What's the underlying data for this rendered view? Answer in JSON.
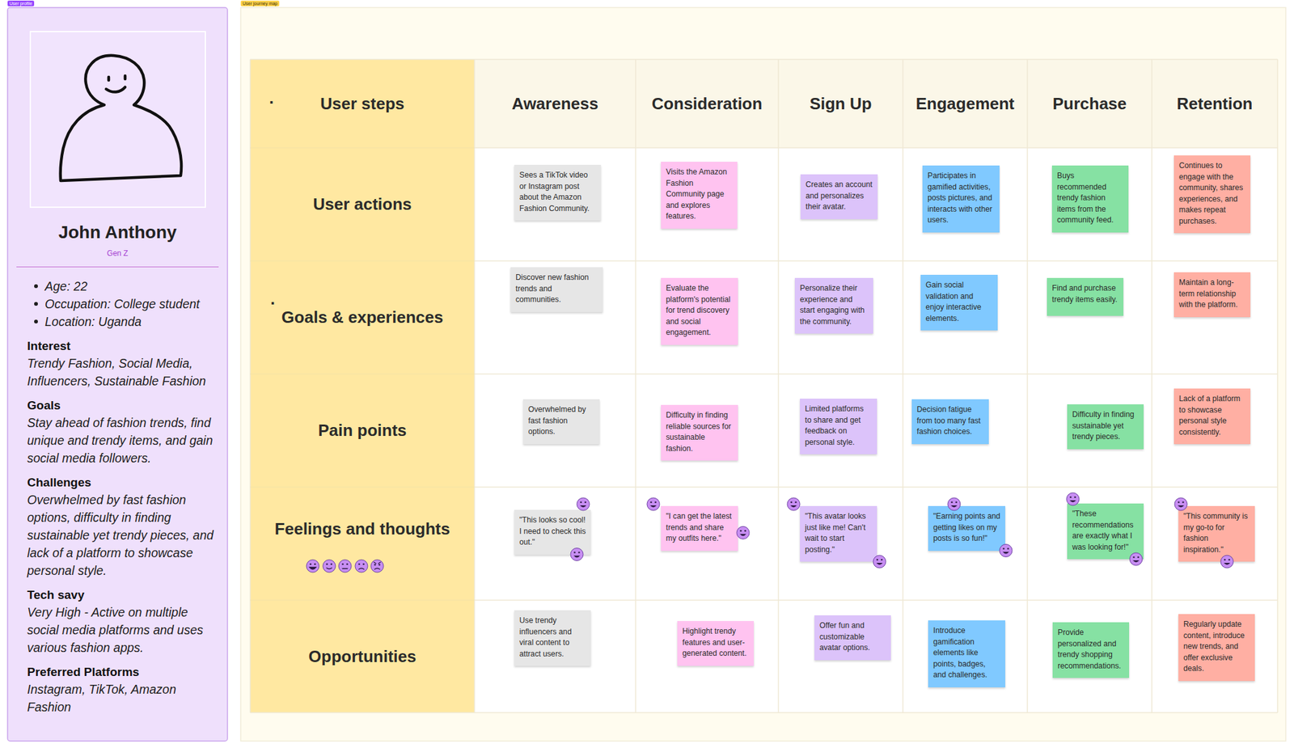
{
  "diagram": {
    "nodes": [
      {
        "text": [
          "User profile",
          "John Anthony",
          "Gen Z",
          "Age: 22",
          "Occupation: College student",
          "Location: Uganda",
          "Interest",
          "Trendy Fashion, Social Media, Influencers, Sustainable Fashion",
          "Goals",
          "Stay ahead of fashion trends, find unique and trendy items, and gain social media followers.",
          "Challenges",
          "Overwhelmed by fast fashion options, difficulty in finding sustainable yet trendy pieces, and lack of a platform to showcase personal style.",
          "Tech savy",
          "Very High - Active on multiple social media platforms and uses various fashion apps.",
          "Preferred Platforms",
          "Instagram, TikTok, Amazon Fashion"
        ]
      },
      {
        "text": [
          "User journey map"
        ]
      },
      {
        "text": [
          "User steps"
        ],
        "in": 1
      },
      {
        "text": [
          "Awareness"
        ],
        "in": 1
      },
      {
        "text": [
          "Consideration"
        ],
        "in": 1
      },
      {
        "text": [
          "Sign Up"
        ],
        "in": 1
      },
      {
        "text": [
          "Engagement"
        ],
        "in": 1
      },
      {
        "text": [
          "Purchase"
        ],
        "in": 1
      },
      {
        "text": [
          "Retention"
        ],
        "in": 1
      },
      {
        "text": [
          "User actions"
        ],
        "in": 1
      },
      {
        "text": [
          "Sees a TikTok video or Instagram post about the Amazon Fashion Community."
        ],
        "in": 1
      },
      {
        "text": [
          "Visits the Amazon Fashion Community page and explores features."
        ],
        "in": 1
      },
      {
        "text": [
          "Creates an account and personalizes their avatar."
        ],
        "in": 1
      },
      {
        "text": [
          "Participates in gamified activities, posts pictures, and interacts with other users."
        ],
        "in": 1
      },
      {
        "text": [
          "Buys recommended trendy fashion items from the community feed."
        ],
        "in": 1
      },
      {
        "text": [
          "Continues to engage with the community, shares experiences, and makes repeat purchases."
        ],
        "in": 1
      },
      {
        "text": [
          "Goals & experiences"
        ],
        "in": 1
      },
      {
        "text": [
          "Discover new fashion trends and communities."
        ],
        "in": 1
      },
      {
        "text": [
          "Evaluate the platform's potential for trend discovery and social engagement."
        ],
        "in": 1
      },
      {
        "text": [
          "Personalize their experience and start engaging with the community."
        ],
        "in": 1
      },
      {
        "text": [
          "Gain social validation and enjoy interactive elements."
        ],
        "in": 1
      },
      {
        "text": [
          "Find and purchase trendy items easily."
        ],
        "in": 1
      },
      {
        "text": [
          "Maintain a long-term relationship with the platform."
        ],
        "in": 1
      },
      {
        "text": [
          "Pain points"
        ],
        "in": 1
      },
      {
        "text": [
          "Overwhelmed by fast fashion options."
        ],
        "in": 1
      },
      {
        "text": [
          "Difficulty in finding reliable sources for sustainable fashion."
        ],
        "in": 1
      },
      {
        "text": [
          "Limited platforms to share and get feedback on personal style."
        ],
        "in": 1
      },
      {
        "text": [
          "Decision fatigue from too many fast fashion choices."
        ],
        "in": 1
      },
      {
        "text": [
          "Difficulty in finding sustainable yet trendy pieces."
        ],
        "in": 1
      },
      {
        "text": [
          "Lack of a platform to showcase personal style consistently."
        ],
        "in": 1
      },
      {
        "text": [
          "Feelings and thoughts"
        ],
        "in": 1
      },
      {
        "text": [
          "\"This looks so cool! I need to check this out.\""
        ],
        "in": 1
      },
      {
        "text": [
          "\"I can get the latest trends and share my outfits here.\""
        ],
        "in": 1
      },
      {
        "text": [
          "\"This avatar looks just like me! Can't wait to start posting.\""
        ],
        "in": 1
      },
      {
        "text": [
          "\"Earning points and getting likes on my posts is so fun!\""
        ],
        "in": 1
      },
      {
        "text": [
          "\"These recommendations are exactly what I was looking for!\""
        ],
        "in": 1
      },
      {
        "text": [
          "\"This community is my go-to for fashion inspiration.\""
        ],
        "in": 1
      },
      {
        "text": [
          "Opportunities"
        ],
        "in": 1
      },
      {
        "text": [
          "Use trendy influencers and viral content to attract users."
        ],
        "in": 1
      },
      {
        "text": [
          "Highlight trendy features and user-generated content."
        ],
        "in": 1
      },
      {
        "text": [
          "Offer fun and customizable avatar options."
        ],
        "in": 1
      },
      {
        "text": [
          "Introduce gamification elements like points, badges, and challenges."
        ],
        "in": 1
      },
      {
        "text": [
          "Provide personalized and trendy shopping recommendations."
        ],
        "in": 1
      },
      {
        "text": [
          "Regularly update content, introduce new trends, and offer exclusive deals."
        ],
        "in": 1
      }
    ],
    "labels": [
      ".",
      "."
    ]
  }
}
